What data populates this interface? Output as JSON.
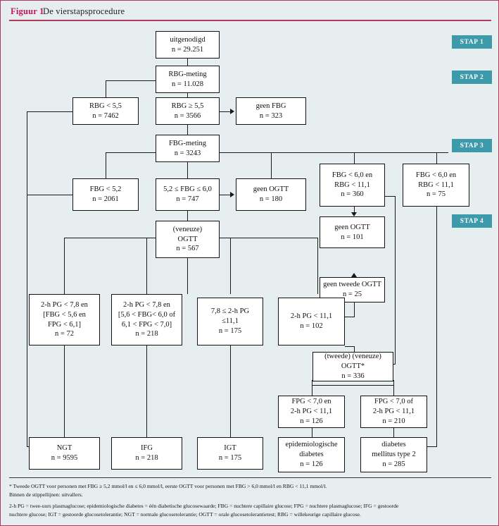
{
  "figure": {
    "label": "Figuur 1",
    "title": "De vierstapsprocedure",
    "accent_color": "#b23a5e",
    "badge_color": "#3d9aab",
    "background_color": "#e6eef0"
  },
  "steps": [
    {
      "label": "STAP 1"
    },
    {
      "label": "STAP 2"
    },
    {
      "label": "STAP 3"
    },
    {
      "label": "STAP 4"
    }
  ],
  "nodes": {
    "uitgenodigd": {
      "l1": "uitgenodigd",
      "l2": "n = 29.251"
    },
    "rbg_meting": {
      "l1": "RBG-meting",
      "l2": "n = 11.028"
    },
    "rbg_lt": {
      "l1": "RBG < 5,5",
      "l2": "n = 7462"
    },
    "rbg_ge": {
      "l1": "RBG ≥ 5,5",
      "l2": "n = 3566"
    },
    "geen_fbg": {
      "l1": "geen FBG",
      "l2": "n = 323"
    },
    "fbg_meting": {
      "l1": "FBG-meting",
      "l2": "n = 3243"
    },
    "fbg_lt52": {
      "l1": "FBG < 5,2",
      "l2": "n = 2061"
    },
    "fbg_mid": {
      "l1": "5,2 ≤ FBG ≤ 6,0",
      "l2": "n = 747"
    },
    "geen_ogtt_180": {
      "l1": "geen OGTT",
      "l2": "n = 180"
    },
    "fbg_rbg_360": {
      "l1": "FBG < 6,0 en",
      "l2": "RBG < 11,1",
      "l3": "n = 360"
    },
    "fbg_rbg_75": {
      "l1": "FBG < 6,0 en",
      "l2": "RBG < 11,1",
      "l3": "n = 75"
    },
    "ogtt": {
      "l1": "(veneuze)",
      "l2": "OGTT",
      "l3": "n = 567"
    },
    "geen_ogtt_101": {
      "l1": "geen OGTT",
      "l2": "n = 101"
    },
    "geen_tweede_ogtt": {
      "l1": "geen tweede OGTT",
      "l2": "n = 25"
    },
    "pg_72": {
      "l1": "2-h PG < 7,8 en",
      "l2": "[FBG < 5,6 en",
      "l3": "FPG < 6,1]",
      "l4": "n = 72"
    },
    "pg_218": {
      "l1": "2-h PG < 7,8 en",
      "l2": "[5,6 < FBG< 6,0 of",
      "l3": "6,1 < FPG < 7,0]",
      "l4": "n = 218"
    },
    "pg_175": {
      "l1": "7,8 ≤ 2-h PG",
      "l2": "≤11,1",
      "l3": "n = 175"
    },
    "pg_102": {
      "l1": "2-h PG < 11,1",
      "l2": "n = 102"
    },
    "tweede_ogtt": {
      "l1": "(tweede) (veneuze)",
      "l2": "OGTT*",
      "l3": "n = 336"
    },
    "fpg_126": {
      "l1": "FPG < 7,0 en",
      "l2": "2-h PG < 11,1",
      "l3": "n = 126"
    },
    "fpg_210": {
      "l1": "FPG < 7,0 of",
      "l2": "2-h PG < 11,1",
      "l3": "n = 210"
    },
    "ngt": {
      "l1": "NGT",
      "l2": "n = 9595"
    },
    "ifg": {
      "l1": "IFG",
      "l2": "n = 218"
    },
    "igt": {
      "l1": "IGT",
      "l2": "n = 175"
    },
    "epi_diabetes": {
      "l1": "epidemiologische",
      "l2": "diabetes",
      "l3": "n = 126"
    },
    "diabetes_t2": {
      "l1": "diabetes",
      "l2": "mellitus type 2",
      "l3": "n = 285"
    }
  },
  "footnotes": {
    "line1": "* Tweede OGTT voor personen met FBG ≥ 5,2 mmol/l en ≤ 6,0 mmol/l, eerste OGTT voor personen met FBG > 6,0 mmol/l en RBG < 11,1 mmol/l.",
    "line2": "Binnen de stippellijnen: uitvallers.",
    "line3": "2-h PG = twee-uurs plasmaglucose; epidemiologische diabetes = één diabetische glucosewaarde; FBG = nuchtere capillaire glucose; FPG = nuchtere plasmaglucose; IFG = gestoorde",
    "line4": "nuchtere glucose; IGT = gestoorde glucosetolerantie; NGT = normale glucosetolerantie; OGTT = orale glucosetolerantietest; RBG = willekeurige capillaire glucose."
  }
}
